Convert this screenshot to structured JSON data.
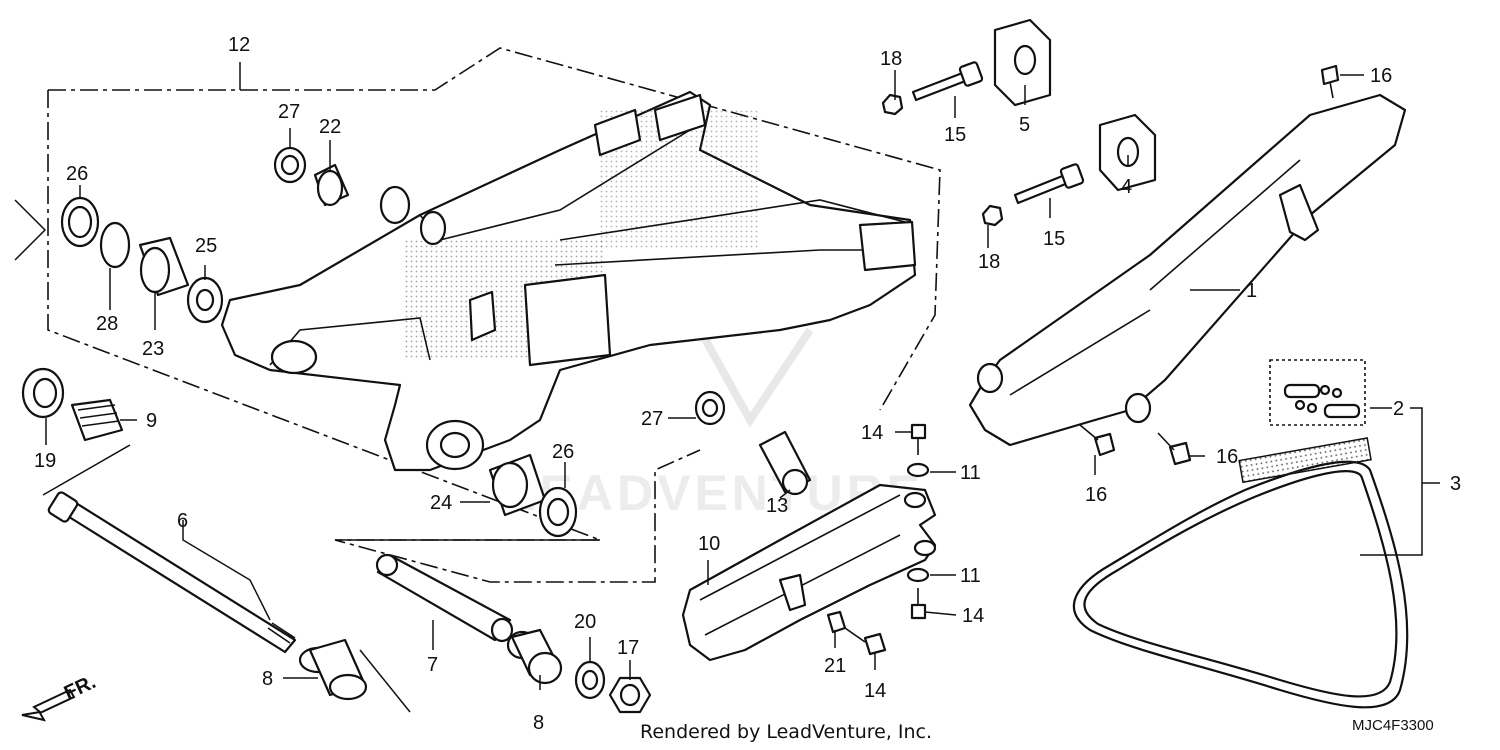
{
  "callouts": [
    {
      "id": "c1",
      "text": "1"
    },
    {
      "id": "c2",
      "text": "2"
    },
    {
      "id": "c3",
      "text": "3"
    },
    {
      "id": "c4",
      "text": "4"
    },
    {
      "id": "c5",
      "text": "5"
    },
    {
      "id": "c6",
      "text": "6"
    },
    {
      "id": "c7",
      "text": "7"
    },
    {
      "id": "c8a",
      "text": "8"
    },
    {
      "id": "c8b",
      "text": "8"
    },
    {
      "id": "c9",
      "text": "9"
    },
    {
      "id": "c10",
      "text": "10"
    },
    {
      "id": "c11a",
      "text": "11"
    },
    {
      "id": "c11b",
      "text": "11"
    },
    {
      "id": "c12",
      "text": "12"
    },
    {
      "id": "c13",
      "text": "13"
    },
    {
      "id": "c14a",
      "text": "14"
    },
    {
      "id": "c14b",
      "text": "14"
    },
    {
      "id": "c14c",
      "text": "14"
    },
    {
      "id": "c15a",
      "text": "15"
    },
    {
      "id": "c15b",
      "text": "15"
    },
    {
      "id": "c16a",
      "text": "16"
    },
    {
      "id": "c16b",
      "text": "16"
    },
    {
      "id": "c16c",
      "text": "16"
    },
    {
      "id": "c17",
      "text": "17"
    },
    {
      "id": "c18a",
      "text": "18"
    },
    {
      "id": "c18b",
      "text": "18"
    },
    {
      "id": "c19",
      "text": "19"
    },
    {
      "id": "c20",
      "text": "20"
    },
    {
      "id": "c21",
      "text": "21"
    },
    {
      "id": "c22",
      "text": "22"
    },
    {
      "id": "c23",
      "text": "23"
    },
    {
      "id": "c24",
      "text": "24"
    },
    {
      "id": "c25",
      "text": "25"
    },
    {
      "id": "c26a",
      "text": "26"
    },
    {
      "id": "c26b",
      "text": "26"
    },
    {
      "id": "c27a",
      "text": "27"
    },
    {
      "id": "c27b",
      "text": "27"
    },
    {
      "id": "c28",
      "text": "28"
    }
  ],
  "front_marker": "FR.",
  "footer": {
    "credit": "Rendered by LeadVenture, Inc.",
    "diagram_code": "MJC4F3300"
  },
  "watermark": "LEADVENTURE"
}
